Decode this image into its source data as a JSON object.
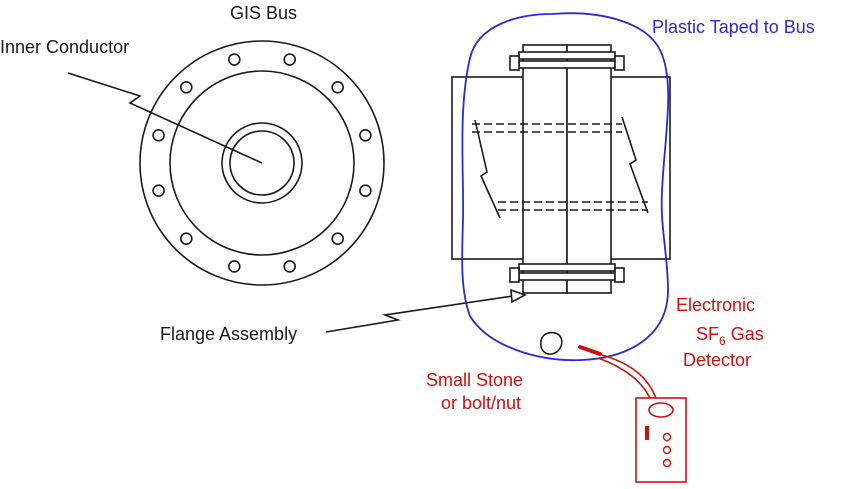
{
  "colors": {
    "line": "#1a1a1a",
    "plastic": "#2b2bd0",
    "detector": "#cc1111",
    "background": "#ffffff"
  },
  "labels": {
    "gis_bus": "GIS Bus",
    "inner_conductor": "Inner Conductor",
    "flange_assembly": "Flange Assembly",
    "plastic_taped": "Plastic Taped to Bus",
    "small_stone_line1": "Small Stone",
    "small_stone_line2": "or bolt/nut",
    "detector_line1": "Electronic",
    "detector_line2_prefix": "SF",
    "detector_line2_subscript": "6",
    "detector_line2_suffix": " Gas",
    "detector_line3": "Detector"
  }
}
